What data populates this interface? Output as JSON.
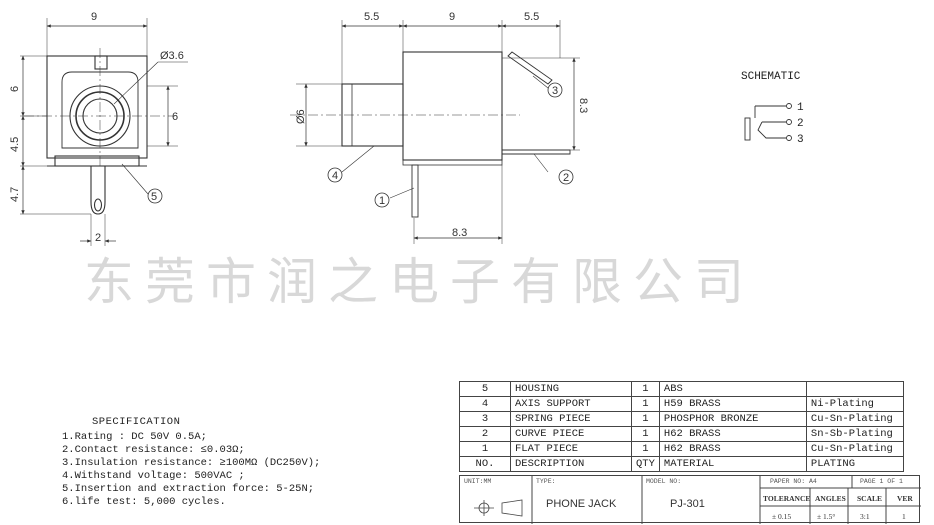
{
  "front_view": {
    "dims": {
      "width_top": "9",
      "hole_dia": "Ø3.6",
      "h_6": "6",
      "h_4_5": "4.5",
      "h_4_7": "4.7",
      "right_6": "6",
      "pin_width": "2"
    },
    "callout": "5"
  },
  "side_view": {
    "dims": {
      "left_5_5": "5.5",
      "mid_9": "9",
      "right_5_5": "5.5",
      "dia_6": "Ø6",
      "height_8_3": "8.3",
      "bottom_8_3": "8.3"
    },
    "callouts": [
      "1",
      "2",
      "3",
      "4"
    ]
  },
  "schematic": {
    "title": "SCHEMATIC",
    "pins": [
      "1",
      "2",
      "3"
    ]
  },
  "company_name": "东莞市润之电子有限公司",
  "specification": {
    "title": "SPECIFICATION",
    "items": [
      "1.Rating : DC 50V 0.5A;",
      "2.Contact resistance: ≤0.03Ω;",
      "3.Insulation resistance: ≥100MΩ (DC250V);",
      "4.Withstand voltage: 500VAC ;",
      "5.Insertion and extraction force: 5-25N;",
      "6.life test: 5,000 cycles."
    ]
  },
  "bom": {
    "rows": [
      {
        "no": "5",
        "desc": "HOUSING",
        "qty": "1",
        "material": "ABS",
        "plating": ""
      },
      {
        "no": "4",
        "desc": "AXIS SUPPORT",
        "qty": "1",
        "material": "H59 BRASS",
        "plating": "Ni-Plating"
      },
      {
        "no": "3",
        "desc": "SPRING PIECE",
        "qty": "1",
        "material": "PHOSPHOR BRONZE",
        "plating": "Cu-Sn-Plating"
      },
      {
        "no": "2",
        "desc": "CURVE PIECE",
        "qty": "1",
        "material": "H62 BRASS",
        "plating": "Sn-Sb-Plating"
      },
      {
        "no": "1",
        "desc": "FLAT PIECE",
        "qty": "1",
        "material": "H62 BRASS",
        "plating": "Cu-Sn-Plating"
      }
    ],
    "header": {
      "no": "NO.",
      "desc": "DESCRIPTION",
      "qty": "QTY",
      "material": "MATERIAL",
      "plating": "PLATING"
    }
  },
  "title_block": {
    "unit_label": "UNIT:MM",
    "type_label": "TYPE:",
    "type_value": "PHONE JACK",
    "model_label": "MODEL NO:",
    "model_value": "PJ-301",
    "paper_label": "PAPER NO: A4",
    "page_label": "PAGE 1 OF 1",
    "tolerance_label": "TOLERANCE",
    "tolerance_value": "± 0.15",
    "angles_label": "ANGLES",
    "angles_value": "± 1.5°",
    "scale_label": "SCALE",
    "scale_value": "3:1",
    "ver_label": "VER",
    "ver_value": "1"
  }
}
